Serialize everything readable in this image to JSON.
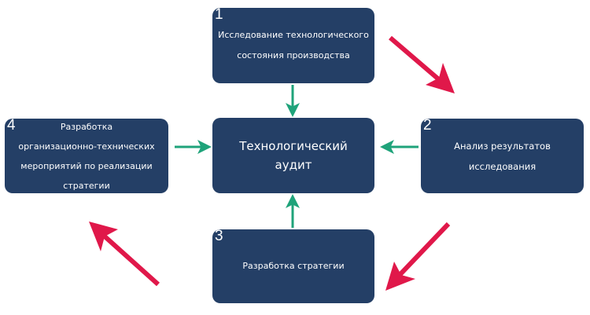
{
  "colors": {
    "box": "#243f66",
    "green_arrow": "#1fa37a",
    "red_arrow": "#e0184a"
  },
  "center": {
    "title_line1": "Технологический",
    "title_line2": "аудит"
  },
  "steps": [
    {
      "number": "1",
      "lines": [
        "Исследование технологического",
        "состояния производства"
      ]
    },
    {
      "number": "2",
      "lines": [
        "Анализ результатов",
        "исследования"
      ]
    },
    {
      "number": "3",
      "lines": [
        "Разработка стратегии"
      ]
    },
    {
      "number": "4",
      "lines": [
        "Разработка",
        "организационно-технических",
        "мероприятий по реализации",
        "стратегии"
      ]
    }
  ]
}
